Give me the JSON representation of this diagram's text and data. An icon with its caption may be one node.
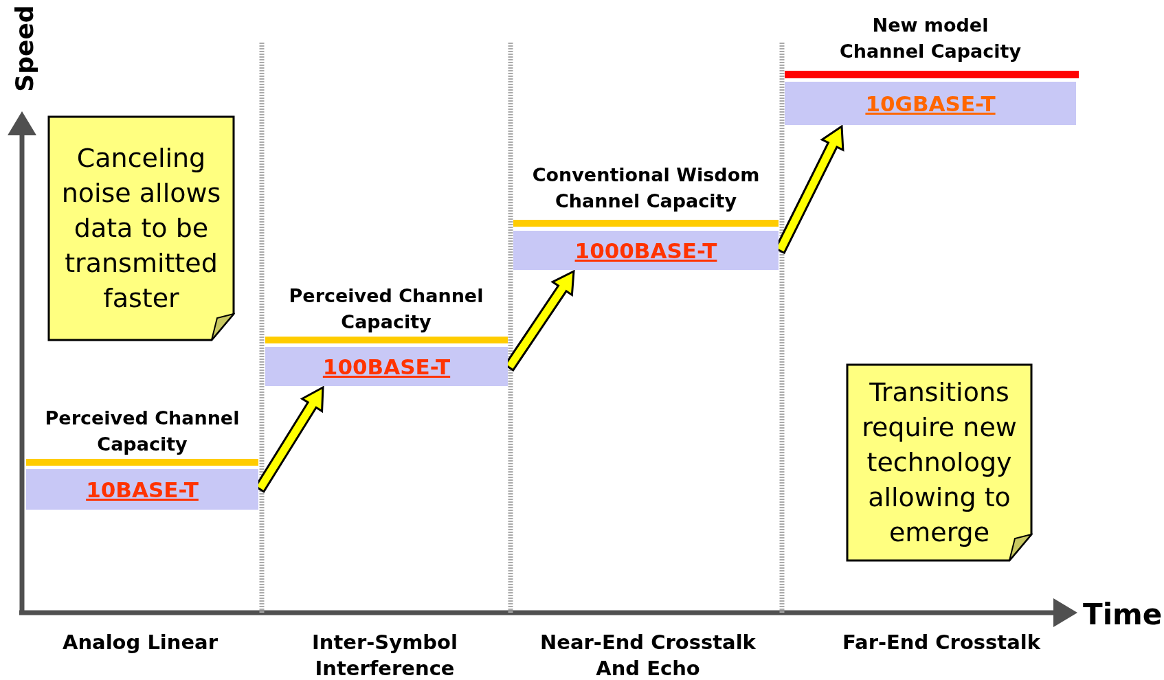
{
  "diagram": {
    "nodes": [
      {
        "text": [
          "Canceling noise allows data to be transmitted faster"
        ]
      },
      {
        "text": [
          "10BASE-T"
        ],
        "beside": [
          "Perceived Channel Capacity"
        ]
      },
      {
        "text": [
          "100BASE-T"
        ],
        "beside": [
          "Perceived Channel Capacity"
        ]
      },
      {
        "text": [
          "1000BASE-T"
        ],
        "beside": [
          "Conventional Wisdom Channel Capacity"
        ]
      },
      {
        "text": [
          "10GBASE-T"
        ],
        "beside": [
          "New model Channel Capacity"
        ]
      },
      {
        "text": [
          "Transitions require new technology allowing to emerge"
        ]
      }
    ],
    "edges": [
      {
        "from": 1,
        "to": 2,
        "arrow": "to"
      },
      {
        "from": 2,
        "to": 3,
        "arrow": "to"
      },
      {
        "from": 3,
        "to": 4,
        "arrow": "to"
      }
    ],
    "labels": [
      "Speed",
      "Time",
      "Analog Linear",
      "Inter-Symbol Interference",
      "Near-End Crosstalk And Echo",
      "Far-End Crosstalk"
    ]
  }
}
